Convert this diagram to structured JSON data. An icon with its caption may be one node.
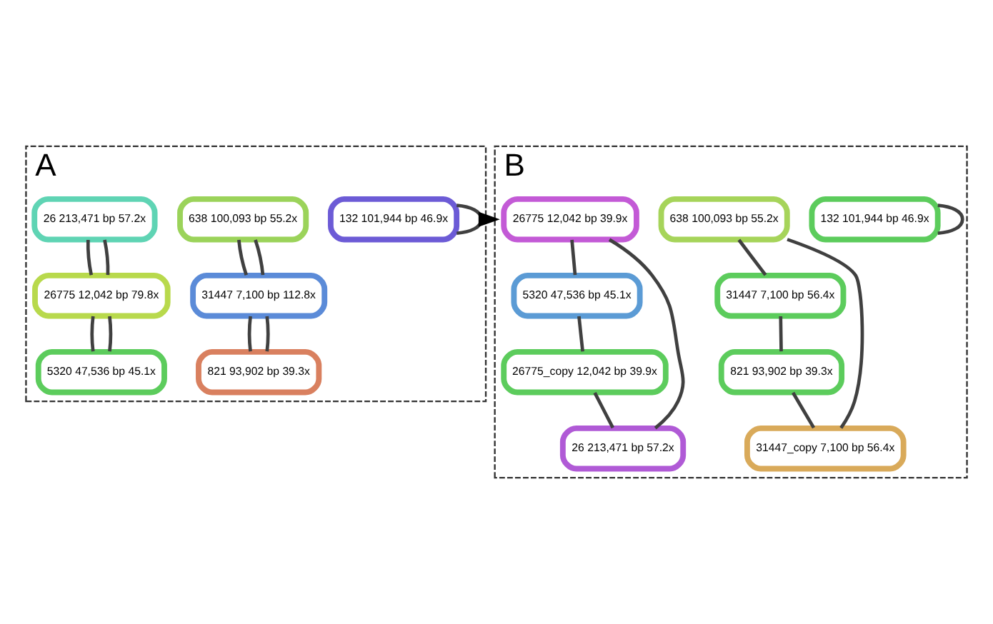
{
  "diagram": {
    "nodes": [
      {
        "text": [
          "A"
        ]
      },
      {
        "text": [
          "26 213,471 bp 57.2x"
        ],
        "in": 0
      },
      {
        "text": [
          "26775 12,042 bp 79.8x"
        ],
        "in": 0
      },
      {
        "text": [
          "5320 47,536 bp 45.1x"
        ],
        "in": 0
      },
      {
        "text": [
          "638 100,093 bp 55.2x"
        ],
        "in": 0
      },
      {
        "text": [
          "31447 7,100 bp 112.8x"
        ],
        "in": 0
      },
      {
        "text": [
          "821 93,902 bp 39.3x"
        ],
        "in": 0
      },
      {
        "text": [
          "132 101,944 bp 46.9x"
        ],
        "in": 0
      },
      {
        "text": [
          "B"
        ]
      },
      {
        "text": [
          "26775 12,042 bp 39.9x"
        ],
        "in": 8
      },
      {
        "text": [
          "5320 47,536 bp 45.1x"
        ],
        "in": 8
      },
      {
        "text": [
          "26775_copy 12,042 bp 39.9x"
        ],
        "in": 8
      },
      {
        "text": [
          "26 213,471 bp 57.2x"
        ],
        "in": 8
      },
      {
        "text": [
          "638 100,093 bp 55.2x"
        ],
        "in": 8
      },
      {
        "text": [
          "31447_copy 7,100 bp 56.4x"
        ],
        "in": 8
      },
      {
        "text": [
          "31447 7,100 bp 56.4x"
        ],
        "in": 8
      },
      {
        "text": [
          "821 93,902 bp 39.3x"
        ],
        "in": 8
      },
      {
        "text": [
          "132 101,944 bp 46.9x"
        ],
        "in": 8
      }
    ],
    "edges": [
      {
        "from": 1,
        "to": 2,
        "arrow": "none"
      },
      {
        "from": 2,
        "to": 3,
        "arrow": "none"
      },
      {
        "from": 1,
        "to": 2,
        "arrow": "none"
      },
      {
        "from": 2,
        "to": 3,
        "arrow": "none"
      },
      {
        "from": 4,
        "to": 5,
        "arrow": "none"
      },
      {
        "from": 5,
        "to": 6,
        "arrow": "none"
      },
      {
        "from": 4,
        "to": 5,
        "arrow": "none"
      },
      {
        "from": 5,
        "to": 6,
        "arrow": "none"
      },
      {
        "from": 7,
        "to": 7,
        "arrow": "none"
      },
      {
        "from": 0,
        "to": 8,
        "arrow": "to",
        "color": "#000000"
      },
      {
        "from": 9,
        "to": 10,
        "arrow": "none"
      },
      {
        "from": 10,
        "to": 11,
        "arrow": "none"
      },
      {
        "from": 11,
        "to": 12,
        "arrow": "none"
      },
      {
        "from": 12,
        "to": 9,
        "arrow": "none"
      },
      {
        "from": 13,
        "to": 15,
        "arrow": "none"
      },
      {
        "from": 15,
        "to": 16,
        "arrow": "none"
      },
      {
        "from": 16,
        "to": 14,
        "arrow": "none"
      },
      {
        "from": 14,
        "to": 13,
        "arrow": "none"
      },
      {
        "from": 17,
        "to": 17,
        "arrow": "none"
      }
    ]
  }
}
